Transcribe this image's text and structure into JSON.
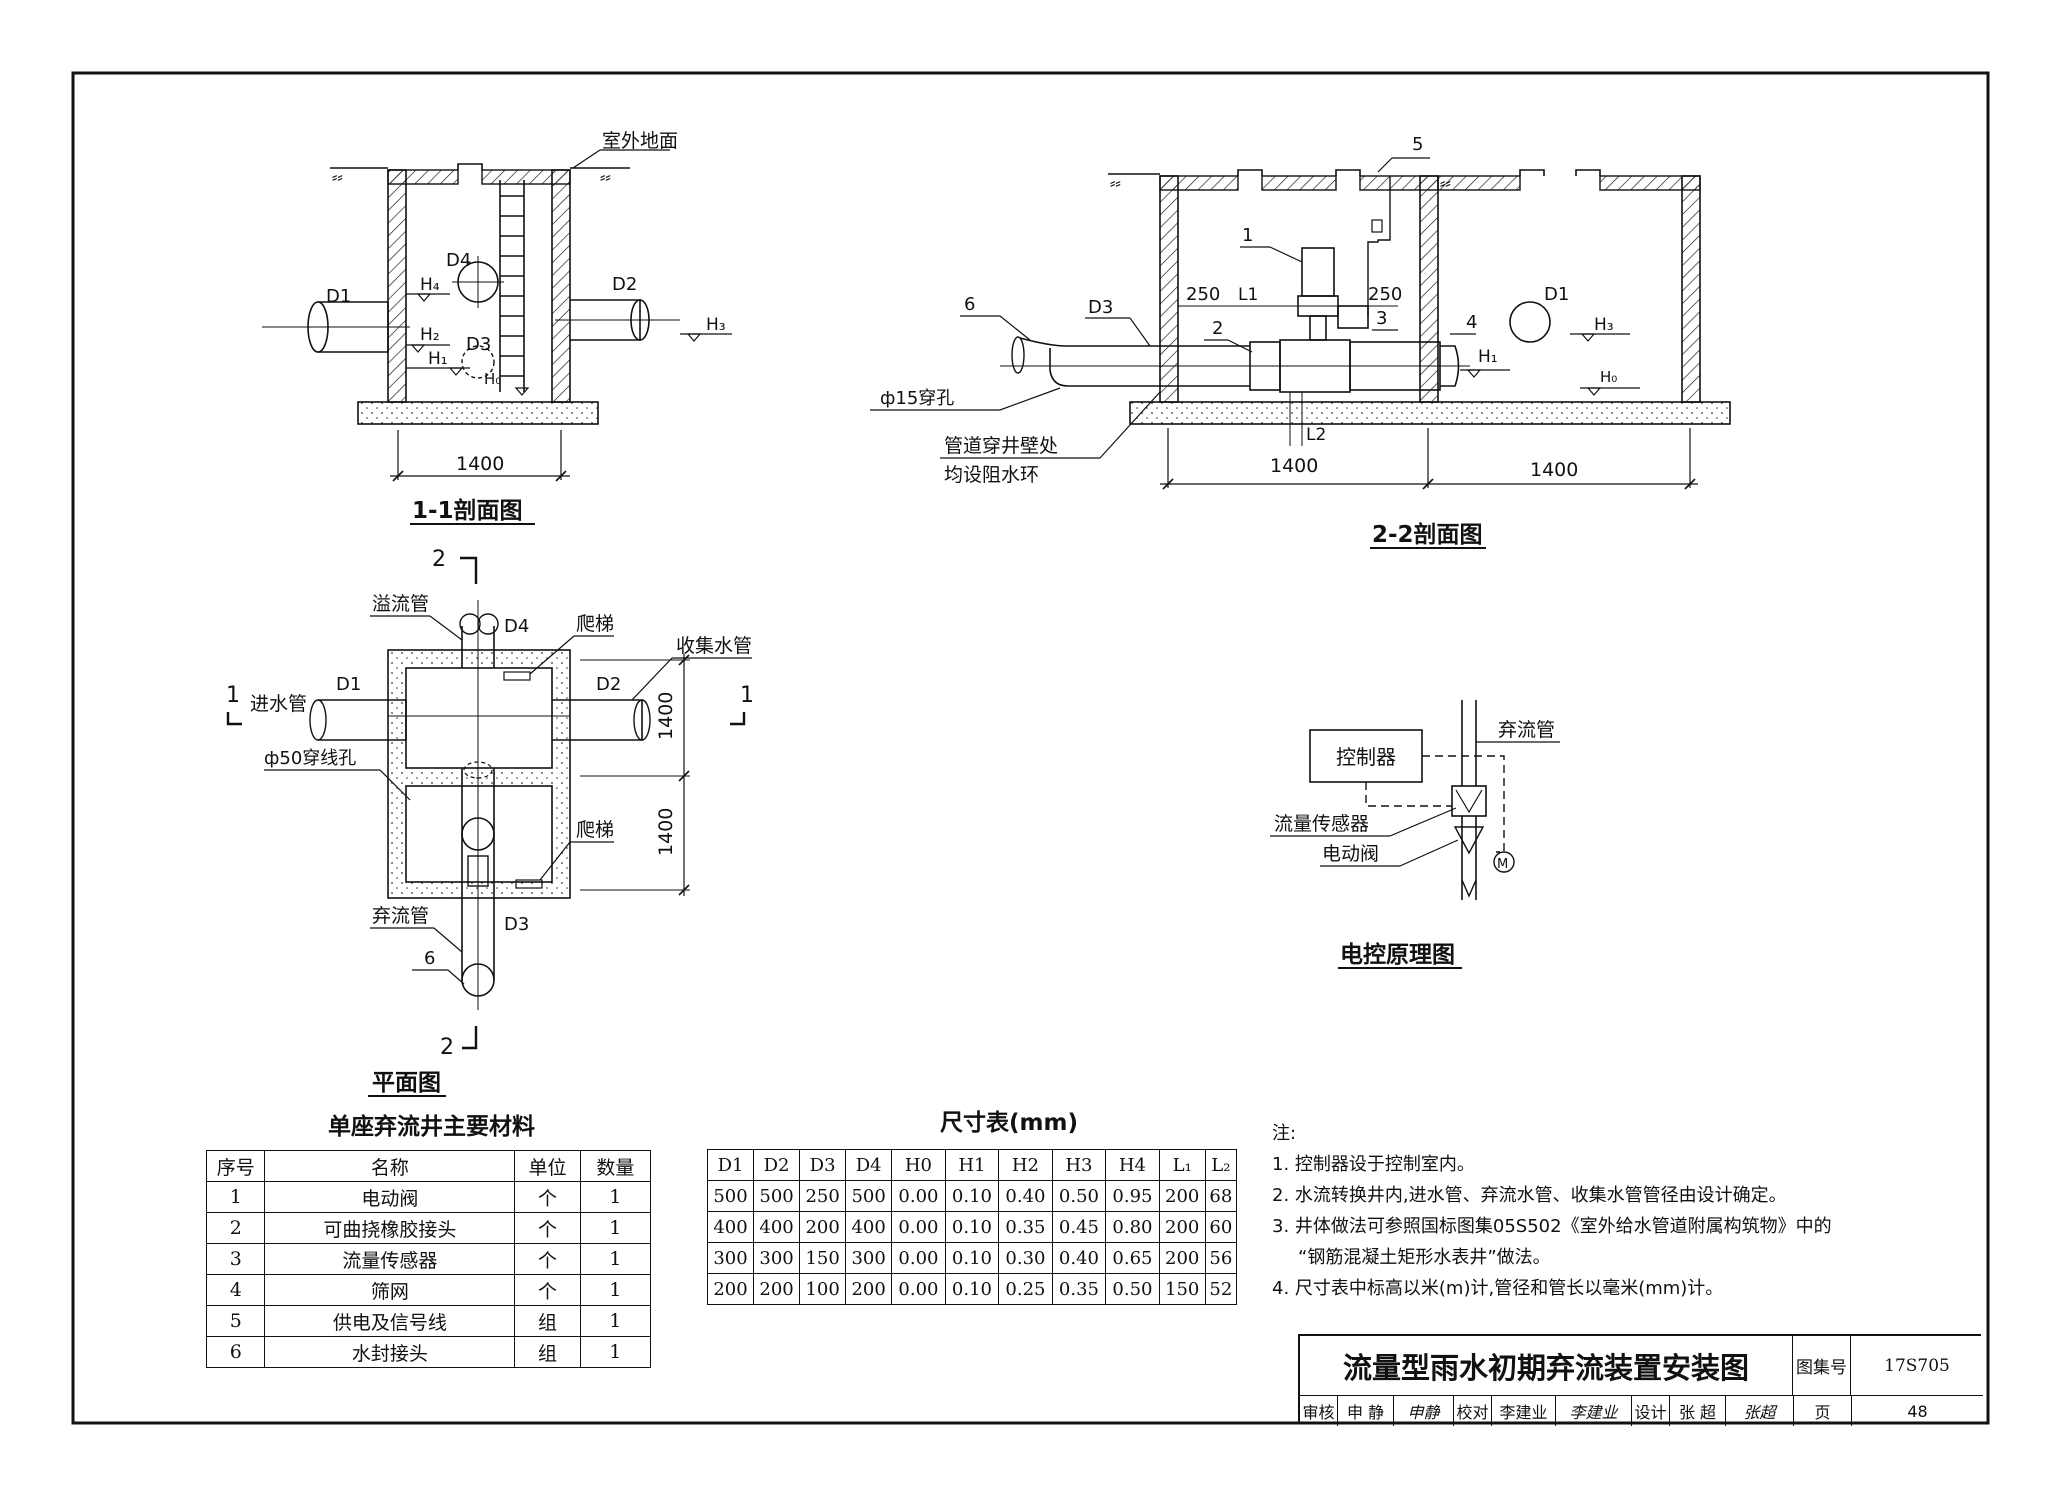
{
  "section_1_1": {
    "title": "1-1剖面图",
    "ground_label": "室外地面",
    "labels": {
      "d1": "D1",
      "d2": "D2",
      "d3": "D3",
      "d4": "D4",
      "h4": "H₄",
      "h2": "H₂",
      "h1": "H₁",
      "h0": "H₀",
      "h3": "H₃"
    },
    "width_dim": "1400"
  },
  "section_2_2": {
    "title": "2-2剖面图",
    "labels": {
      "n5": "5",
      "n1": "1",
      "n6": "6",
      "n2": "2",
      "n3": "3",
      "n4": "4",
      "d3": "D3",
      "d1": "D1",
      "l1": "L1",
      "l2": "L2",
      "dim250a": "250",
      "dim250b": "250",
      "h3": "H₃",
      "h1": "H₁",
      "h0": "H₀"
    },
    "hole_label": "ф15穿孔",
    "wall_note_1": "管道穿井壁处",
    "wall_note_2": "均设阻水环",
    "dim_left": "1400",
    "dim_right": "1400"
  },
  "plan_view": {
    "title": "平面图",
    "labels": {
      "overflow": "溢流管",
      "d4": "D4",
      "ladder1": "爬梯",
      "collect": "收集水管",
      "inlet": "进水管",
      "d1": "D1",
      "d2": "D2",
      "cable_hole": "ф50穿线孔",
      "ladder2": "爬梯",
      "discard": "弃流管",
      "d3": "D3",
      "n6": "6",
      "sec1_left": "1",
      "sec1_right": "1",
      "sec2_top": "2",
      "sec2_bottom": "2"
    },
    "dim_upper": "1400",
    "dim_lower": "1400"
  },
  "control_diagram": {
    "title": "电控原理图",
    "controller": "控制器",
    "discard_pipe": "弃流管",
    "flow_sensor": "流量传感器",
    "motor_valve": "电动阀",
    "motor_symbol": "M"
  },
  "materials": {
    "title": "单座弃流井主要材料",
    "headers": [
      "序号",
      "名称",
      "单位",
      "数量"
    ],
    "rows": [
      [
        "1",
        "电动阀",
        "个",
        "1"
      ],
      [
        "2",
        "可曲挠橡胶接头",
        "个",
        "1"
      ],
      [
        "3",
        "流量传感器",
        "个",
        "1"
      ],
      [
        "4",
        "筛网",
        "个",
        "1"
      ],
      [
        "5",
        "供电及信号线",
        "组",
        "1"
      ],
      [
        "6",
        "水封接头",
        "组",
        "1"
      ]
    ]
  },
  "dimensions": {
    "title": "尺寸表(mm)",
    "headers": [
      "D1",
      "D2",
      "D3",
      "D4",
      "H0",
      "H1",
      "H2",
      "H3",
      "H4",
      "L₁",
      "L₂"
    ],
    "rows": [
      [
        "500",
        "500",
        "250",
        "500",
        "0.00",
        "0.10",
        "0.40",
        "0.50",
        "0.95",
        "200",
        "68"
      ],
      [
        "400",
        "400",
        "200",
        "400",
        "0.00",
        "0.10",
        "0.35",
        "0.45",
        "0.80",
        "200",
        "60"
      ],
      [
        "300",
        "300",
        "150",
        "300",
        "0.00",
        "0.10",
        "0.30",
        "0.40",
        "0.65",
        "200",
        "56"
      ],
      [
        "200",
        "200",
        "100",
        "200",
        "0.00",
        "0.10",
        "0.25",
        "0.35",
        "0.50",
        "150",
        "52"
      ]
    ]
  },
  "notes": {
    "heading": "注:",
    "items": [
      "1. 控制器设于控制室内。",
      "2. 水流转换井内,进水管、弃流水管、收集水管管径由设计确定。",
      "3. 井体做法可参照国标图集05S502《室外给水管道附属构筑物》中的",
      "“钢筋混凝土矩形水表井”做法。",
      "4. 尺寸表中标高以米(m)计,管径和管长以毫米(mm)计。"
    ]
  },
  "title_block": {
    "drawing_title": "流量型雨水初期弃流装置安装图",
    "atlas_label": "图集号",
    "atlas_no": "17S705",
    "review_label": "审核",
    "reviewer": "申 静",
    "reviewer_sig": "申静",
    "check_label": "校对",
    "checker": "李建业",
    "checker_sig": "李建业",
    "design_label": "设计",
    "designer": "张 超",
    "designer_sig": "张超",
    "page_label": "页",
    "page_no": "48"
  }
}
